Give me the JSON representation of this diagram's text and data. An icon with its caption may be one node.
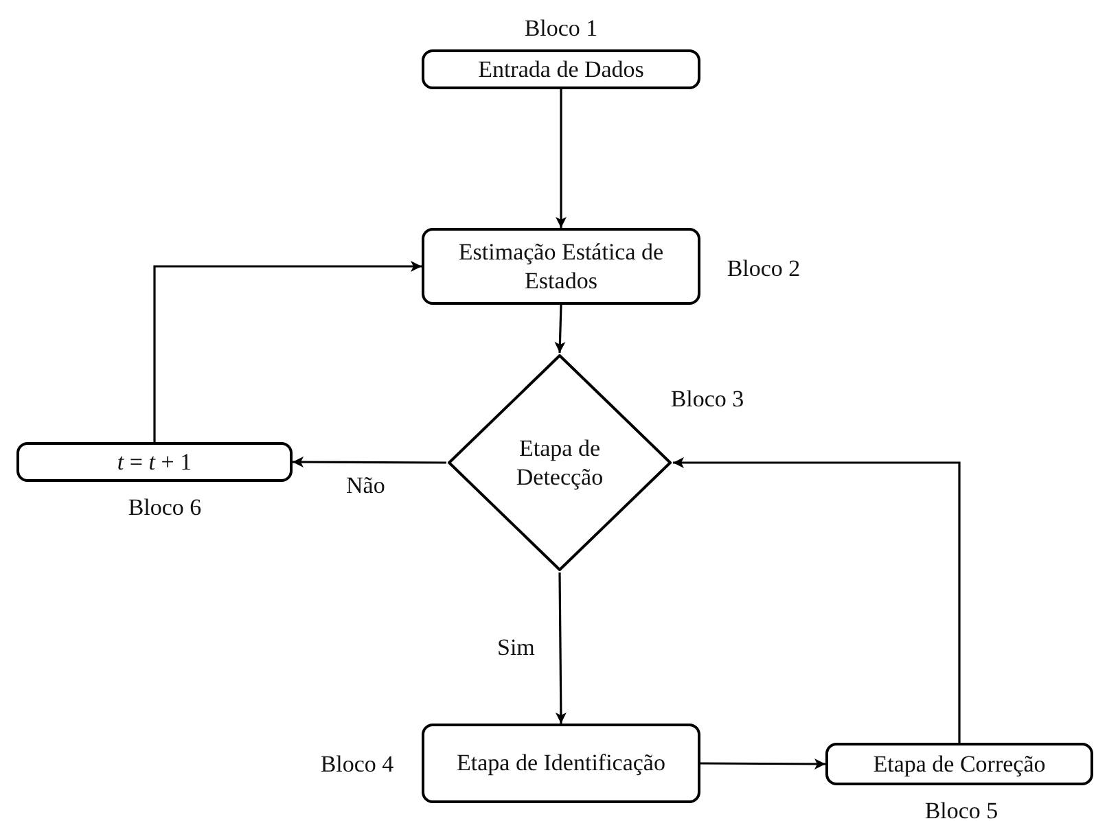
{
  "diagram": {
    "nodes": [
      {
        "text": [
          "Entrada de Dados"
        ],
        "beside": [
          "Bloco 1"
        ]
      },
      {
        "text": [
          "Estimação Estática de Estados"
        ],
        "beside": [
          "Bloco 2"
        ]
      },
      {
        "text": [
          "Etapa de Detecção"
        ],
        "beside": [
          "Bloco 3"
        ]
      },
      {
        "text": [
          "*t* = *t* + 1"
        ],
        "beside": [
          "Bloco 6"
        ]
      },
      {
        "text": [
          "Etapa de Identificação"
        ],
        "beside": [
          "Bloco 4"
        ]
      },
      {
        "text": [
          "Etapa de Correção"
        ],
        "beside": [
          "Bloco 5"
        ]
      }
    ],
    "edges": [
      {
        "from": 0,
        "to": 1,
        "arrow": "to"
      },
      {
        "from": 1,
        "to": 2,
        "arrow": "to"
      },
      {
        "from": 2,
        "to": 3,
        "arrow": "to",
        "label": "Não"
      },
      {
        "from": 3,
        "to": 1,
        "arrow": "to"
      },
      {
        "from": 2,
        "to": 4,
        "arrow": "to",
        "label": "Sim"
      },
      {
        "from": 4,
        "to": 5,
        "arrow": "to"
      },
      {
        "from": 5,
        "to": 2,
        "arrow": "to"
      }
    ]
  }
}
